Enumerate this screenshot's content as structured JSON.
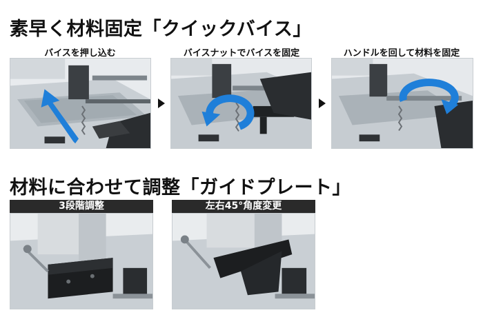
{
  "section_vise": {
    "title": "素早く材料固定「クイックバイス」",
    "steps": [
      {
        "caption": "バイスを押し込む",
        "photo_icon": "vise-push-photo"
      },
      {
        "caption": "バイスナットでバイスを固定",
        "photo_icon": "vise-nut-lock-photo"
      },
      {
        "caption": "ハンドルを回して材料を固定",
        "photo_icon": "handle-turn-photo"
      }
    ],
    "step_arrow_icon": "triangle-right-icon"
  },
  "section_guide": {
    "title": "材料に合わせて調整「ガイドプレート」",
    "panels": [
      {
        "label": "3段階調整",
        "photo_icon": "guide-plate-3-step-photo"
      },
      {
        "label": "左右45°角度変更",
        "photo_icon": "guide-plate-angle-photo"
      }
    ]
  },
  "colors": {
    "arrow_blue": "#1f7fd9",
    "label_bar_bg": "#2a2a2a",
    "label_bar_text": "#ffffff",
    "machine_silver": "#b9c0c6"
  }
}
